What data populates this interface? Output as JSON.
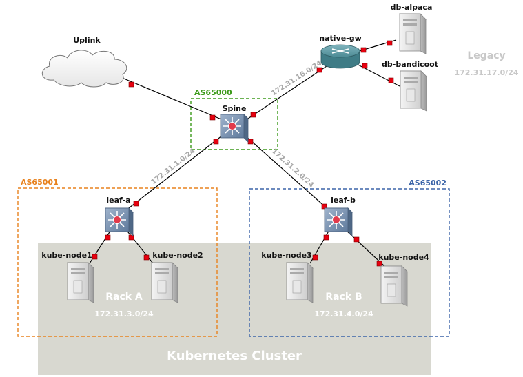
{
  "cluster": {
    "label": "Kubernetes Cluster"
  },
  "racks": [
    {
      "name": "Rack A",
      "subnet": "172.31.3.0/24"
    },
    {
      "name": "Rack B",
      "subnet": "172.31.4.0/24"
    }
  ],
  "as_groups": {
    "spine": "AS65000",
    "rack_a": "AS65001",
    "rack_b": "AS65002"
  },
  "legacy": {
    "label": "Legacy",
    "subnet": "172.31.17.0/24"
  },
  "nodes": {
    "uplink": "Uplink",
    "spine": "Spine",
    "native_gw": "native-gw",
    "db_alpaca": "db-alpaca",
    "db_bandicoot": "db-bandicoot",
    "leaf_a": "leaf-a",
    "leaf_b": "leaf-b",
    "kube_node1": "kube-node1",
    "kube_node2": "kube-node2",
    "kube_node3": "kube-node3",
    "kube_node4": "kube-node4"
  },
  "links": {
    "spine_gw": "172.31.16.0/24",
    "spine_leaf_a": "172.31.1.0/24",
    "spine_leaf_b": "172.31.2.0/24"
  },
  "colors": {
    "as_orange": "#e8821e",
    "as_green": "#3c9a1a",
    "as_blue": "#3b64a8",
    "cluster_bg": "#d8d8d0",
    "port": "#e8000f"
  }
}
